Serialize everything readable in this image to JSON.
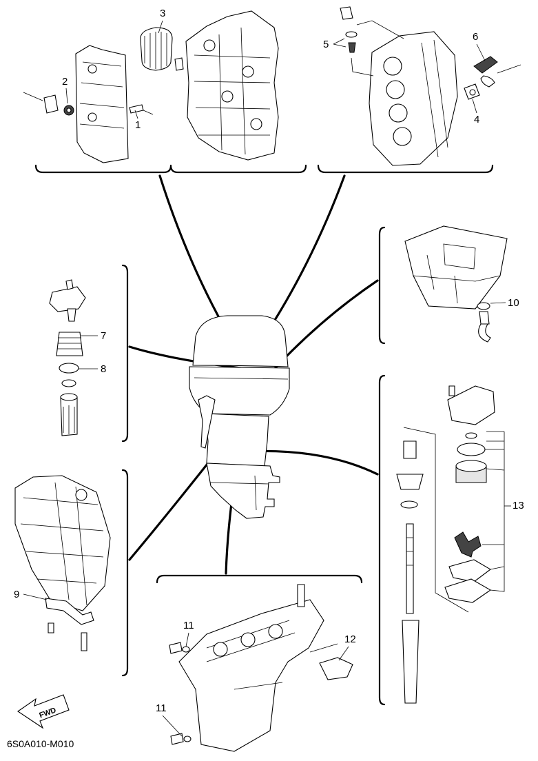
{
  "callouts": {
    "c1": "1",
    "c2": "2",
    "c3": "3",
    "c4": "4",
    "c5": "5",
    "c6": "6",
    "c7": "7",
    "c8": "8",
    "c9": "9",
    "c10": "10",
    "c11a": "11",
    "c11b": "11",
    "c12": "12",
    "c13": "13"
  },
  "fwd_label": "FWD",
  "diagram_code": "6S0A010-M010"
}
